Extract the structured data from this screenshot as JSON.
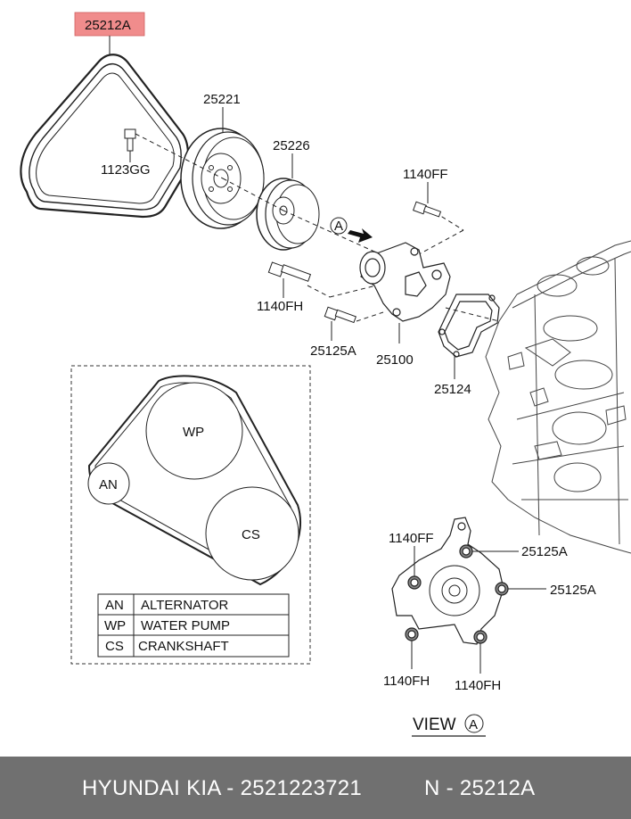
{
  "callouts": {
    "belt": "25212A",
    "crank_pulley": "25221",
    "crank_bolt": "1123GG",
    "pump_pulley": "25226",
    "bolt_ff": "1140FF",
    "bolt_fh": "1140FH",
    "bolt_125a": "25125A",
    "water_pump": "25100",
    "gasket": "25124",
    "view_ref": "A"
  },
  "routing": {
    "alternator": "AN",
    "water_pump": "WP",
    "crankshaft": "CS"
  },
  "legend": [
    {
      "code": "AN",
      "name": "ALTERNATOR"
    },
    {
      "code": "WP",
      "name": "WATER PUMP"
    },
    {
      "code": "CS",
      "name": "CRANKSHAFT"
    }
  ],
  "view_detail": {
    "tl": "1140FF",
    "tr": "25125A",
    "r": "25125A",
    "bl": "1140FH",
    "br": "1140FH",
    "caption": "VIEW",
    "caption_ref": "A"
  },
  "footer": {
    "left": "HYUNDAI  KIA - 2521223721",
    "right": "N - 25212A"
  },
  "colors": {
    "highlight": "#f08c8c",
    "footer_bg": "#707070"
  }
}
